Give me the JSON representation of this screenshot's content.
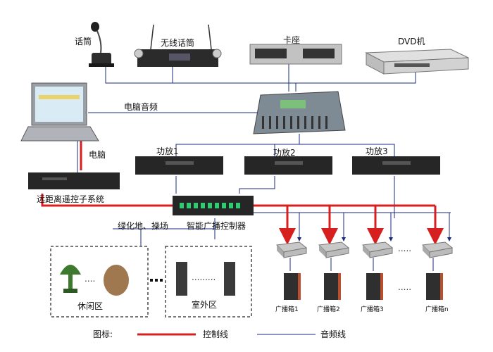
{
  "devices": {
    "microphone": "话筒",
    "wireless_mic": "无线话筒",
    "cassette_deck": "卡座",
    "dvd_player": "DVD机",
    "computer_audio": "电脑音频",
    "computer": "电脑",
    "remote_control": "远距离遥控子系统",
    "amplifier_1": "功放1",
    "amplifier_2": "功放2",
    "amplifier_3": "功放3",
    "broadcast_controller": "智能广播控制器",
    "green_area_playground": "绿化地、操场"
  },
  "zones": {
    "leisure_area": "休闲区",
    "outdoor_area": "室外区"
  },
  "speakers": {
    "box_1": "广播箱1",
    "box_2": "广播箱2",
    "box_3": "广播箱3",
    "box_n": "广播箱n"
  },
  "legend": {
    "title": "图标:",
    "control_line": "控制线",
    "audio_line": "音频线"
  },
  "colors": {
    "control_line": "#d62020",
    "audio_line": "#1a2a80",
    "device_dark": "#2a2a2a",
    "device_silver": "#c8c8c8"
  }
}
